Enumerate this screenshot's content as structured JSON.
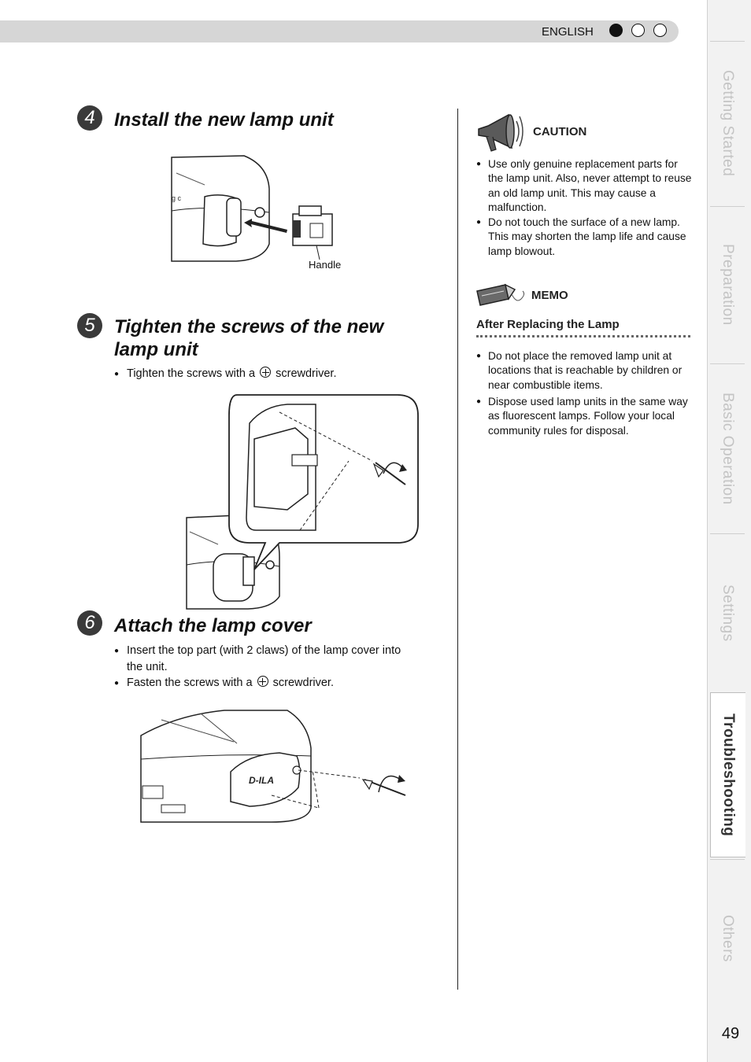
{
  "header": {
    "language": "ENGLISH"
  },
  "steps": [
    {
      "number": "4",
      "title": "Install the new lamp unit",
      "figure_label": "Handle"
    },
    {
      "number": "5",
      "title_line1": "Tighten the screws of the new",
      "title_line2": "lamp unit",
      "bullets": [
        {
          "before": "Tighten the screws with a",
          "after": "screwdriver."
        }
      ]
    },
    {
      "number": "6",
      "title": "Attach the lamp cover",
      "bullets": [
        {
          "line1": "Insert the top part (with 2 claws) of the lamp cover into",
          "line2": "the unit."
        },
        {
          "before": "Fasten the screws with a",
          "after": "screwdriver."
        }
      ],
      "logo_text": "D-ILA"
    }
  ],
  "caution": {
    "heading": "CAUTION",
    "items": [
      "Use only genuine replacement parts for the lamp unit. Also, never attempt to reuse an old lamp unit. This may cause a malfunction.",
      "Do not touch the surface of a new lamp. This may shorten the lamp life  and cause lamp blowout."
    ]
  },
  "memo": {
    "heading": "MEMO",
    "subheading": "After Replacing the Lamp",
    "items": [
      "Do not place the removed lamp unit at locations that is reachable by children or near combustible items.",
      "Dispose used lamp units in the same way as fluorescent lamps. Follow your local community rules for disposal."
    ]
  },
  "side_tabs": [
    {
      "label": "Getting Started",
      "active": false
    },
    {
      "label": "Preparation",
      "active": false
    },
    {
      "label": "Basic Operation",
      "active": false
    },
    {
      "label": "Settings",
      "active": false
    },
    {
      "label": "Troubleshooting",
      "active": true
    },
    {
      "label": "Others",
      "active": false
    }
  ],
  "page_number": "49"
}
